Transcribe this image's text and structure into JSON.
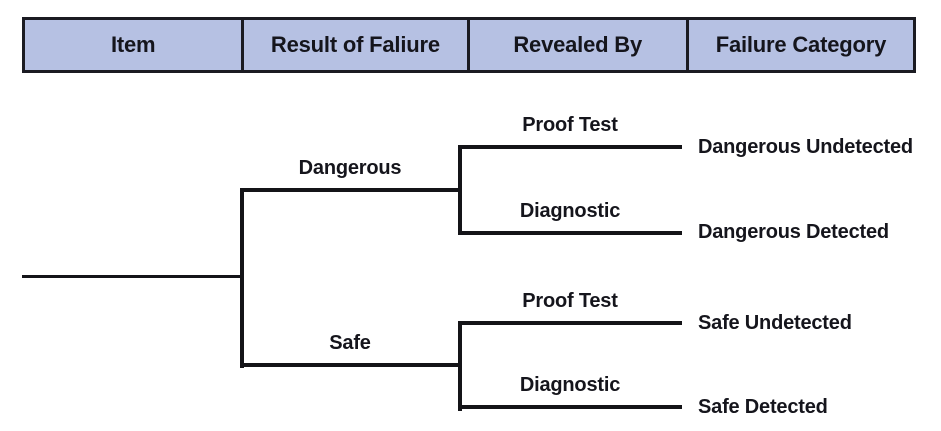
{
  "header": {
    "columns": [
      "Item",
      "Result of Faliure",
      "Revealed By",
      "Failure Category"
    ]
  },
  "tree": {
    "branches": [
      {
        "result": "Dangerous",
        "children": [
          {
            "revealed_by": "Proof Test",
            "category": "Dangerous Undetected"
          },
          {
            "revealed_by": "Diagnostic",
            "category": "Dangerous Detected"
          }
        ]
      },
      {
        "result": "Safe",
        "children": [
          {
            "revealed_by": "Proof Test",
            "category": "Safe Undetected"
          },
          {
            "revealed_by": "Diagnostic",
            "category": "Safe Detected"
          }
        ]
      }
    ]
  },
  "colors": {
    "header_fill": "#b6c1e3",
    "table_border": "#1b1b22",
    "line_color": "#141418",
    "text_color": "#15151c"
  }
}
